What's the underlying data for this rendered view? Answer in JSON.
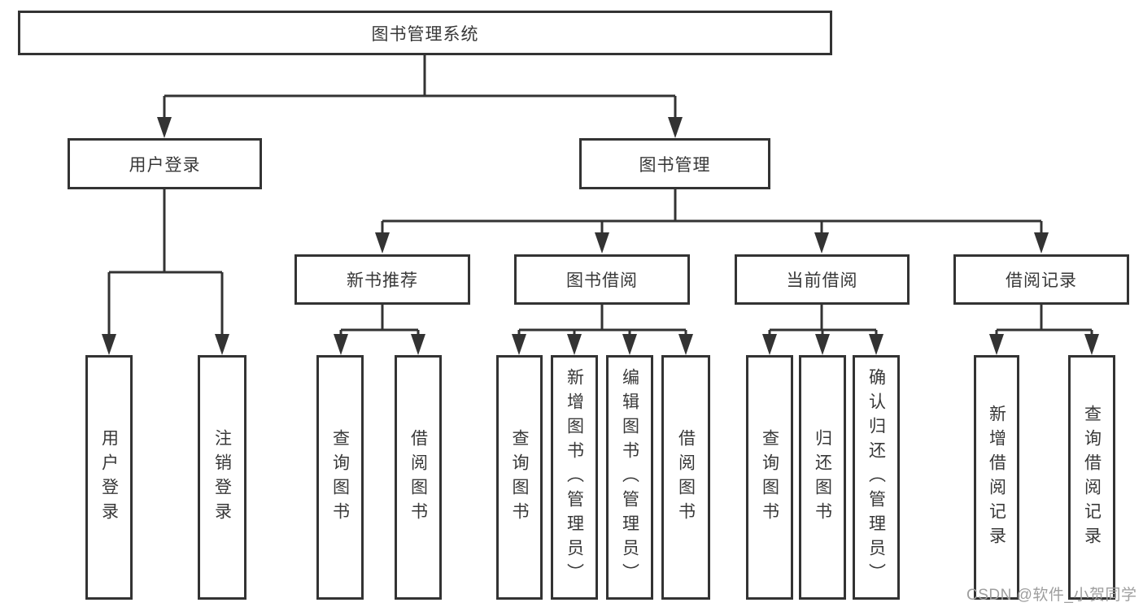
{
  "diagram": {
    "root": {
      "label": "图书管理系统"
    },
    "level2": [
      {
        "label": "用户登录"
      },
      {
        "label": "图书管理"
      }
    ],
    "level3": [
      {
        "label": "新书推荐"
      },
      {
        "label": "图书借阅"
      },
      {
        "label": "当前借阅"
      },
      {
        "label": "借阅记录"
      }
    ],
    "leaves": {
      "user_login": [
        "用户登录",
        "注销登录"
      ],
      "new_book_recommend": [
        "查询图书",
        "借阅图书"
      ],
      "book_borrow": [
        "查询图书",
        "新增图书（管理员）",
        "编辑图书（管理员）",
        "借阅图书"
      ],
      "current_borrow": [
        "查询图书",
        "归还图书",
        "确认归还（管理员）"
      ],
      "borrow_record": [
        "新增借阅记录",
        "查询借阅记录"
      ]
    },
    "watermark": "CSDN @软件_小贺同学",
    "colors": {
      "line": "#333333",
      "text": "#383838",
      "watermark": "#9e9e9e",
      "background": "#ffffff"
    }
  }
}
